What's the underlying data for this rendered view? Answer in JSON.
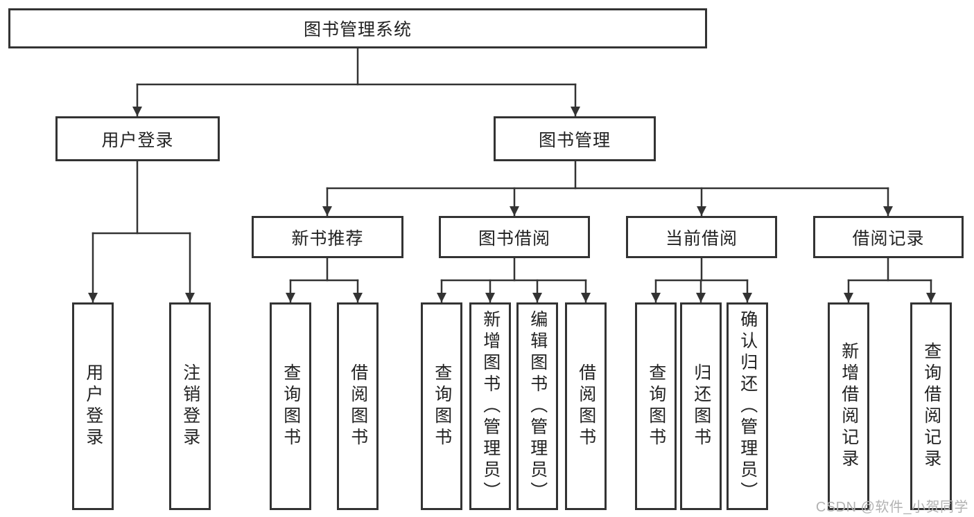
{
  "tree": {
    "root": {
      "label": "图书管理系统"
    },
    "branches": [
      {
        "label": "用户登录",
        "children": [
          {
            "label": "用户登录"
          },
          {
            "label": "注销登录"
          }
        ]
      },
      {
        "label": "图书管理",
        "children": [
          {
            "label": "新书推荐",
            "children": [
              {
                "label": "查询图书"
              },
              {
                "label": "借阅图书"
              }
            ]
          },
          {
            "label": "图书借阅",
            "children": [
              {
                "label": "查询图书"
              },
              {
                "label": "新增图书（管理员）"
              },
              {
                "label": "编辑图书（管理员）"
              },
              {
                "label": "借阅图书"
              }
            ]
          },
          {
            "label": "当前借阅",
            "children": [
              {
                "label": "查询图书"
              },
              {
                "label": "归还图书"
              },
              {
                "label": "确认归还（管理员）"
              }
            ]
          },
          {
            "label": "借阅记录",
            "children": [
              {
                "label": "新增借阅记录"
              },
              {
                "label": "查询借阅记录"
              }
            ]
          }
        ]
      }
    ]
  },
  "watermark": {
    "text": "CSDN @软件_小贺同学"
  },
  "colors": {
    "line": "#333333",
    "box_border": "#333333",
    "text": "#222222",
    "watermark": "#b2b2b2",
    "background": "#ffffff"
  }
}
